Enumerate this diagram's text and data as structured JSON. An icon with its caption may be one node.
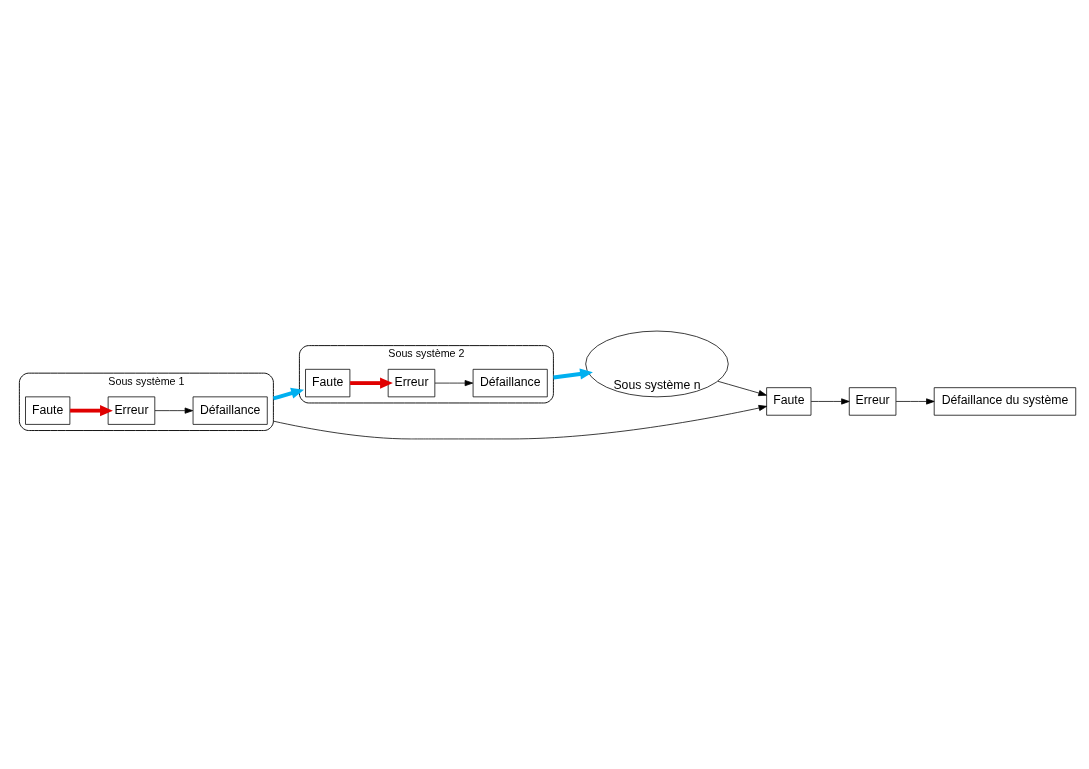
{
  "diagram": {
    "nodes": [
      {
        "text": [
          "Sous système 1"
        ]
      },
      {
        "text": [
          "Faute"
        ],
        "in": 0
      },
      {
        "text": [
          "Erreur"
        ],
        "in": 0
      },
      {
        "text": [
          "Défaillance"
        ],
        "in": 0
      },
      {
        "text": [
          "Sous système 2"
        ]
      },
      {
        "text": [
          "Faute"
        ],
        "in": 4
      },
      {
        "text": [
          "Erreur"
        ],
        "in": 4
      },
      {
        "text": [
          "Défaillance"
        ],
        "in": 4
      },
      {
        "text": [
          "Sous système n"
        ]
      },
      {
        "text": [
          "Faute"
        ]
      },
      {
        "text": [
          "Erreur"
        ]
      },
      {
        "text": [
          "Défaillance du système"
        ]
      }
    ],
    "edges": [
      {
        "from": 1,
        "to": 2,
        "arrow": "to",
        "style": "thick",
        "color": "#e00000"
      },
      {
        "from": 2,
        "to": 3,
        "arrow": "to"
      },
      {
        "from": 0,
        "to": 4,
        "arrow": "to",
        "style": "thick",
        "color": "#00b0f0"
      },
      {
        "from": 5,
        "to": 6,
        "arrow": "to",
        "style": "thick",
        "color": "#e00000"
      },
      {
        "from": 6,
        "to": 7,
        "arrow": "to"
      },
      {
        "from": 4,
        "to": 8,
        "arrow": "to",
        "style": "thick",
        "color": "#00b0f0"
      },
      {
        "from": 0,
        "to": 9,
        "arrow": "to"
      },
      {
        "from": 8,
        "to": 9,
        "arrow": "to"
      },
      {
        "from": 9,
        "to": 10,
        "arrow": "to"
      },
      {
        "from": 10,
        "to": 11,
        "arrow": "to"
      }
    ]
  }
}
